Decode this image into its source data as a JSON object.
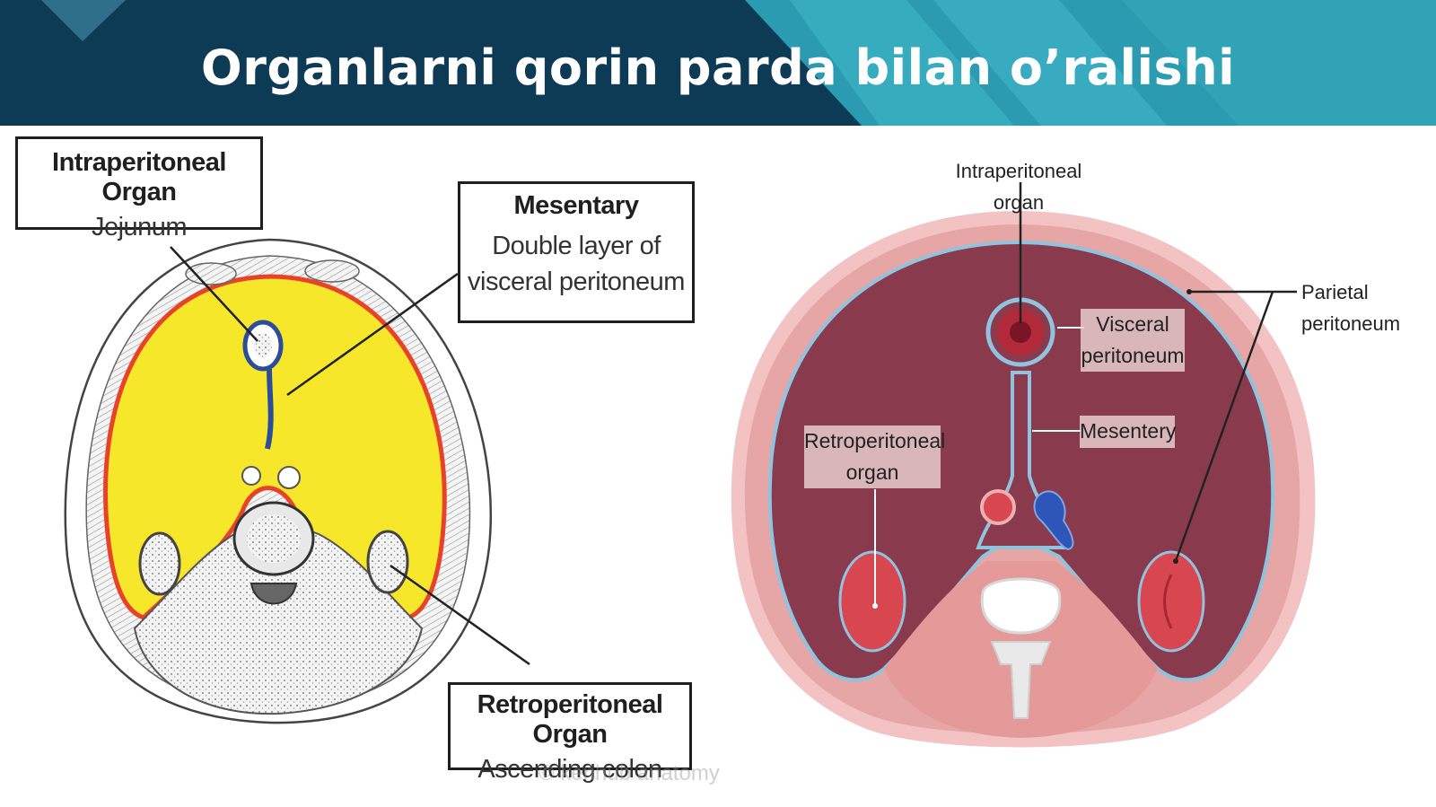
{
  "slide": {
    "title": "Organlarni qorin parda bilan o’ralishi"
  },
  "left_diagram": {
    "intraperitoneal_box": {
      "heading": "Intraperitoneal Organ",
      "subtext": "Jejunum"
    },
    "mesentary_box": {
      "heading": "Mesentary",
      "subtext": "Double layer of visceral peritoneum"
    },
    "retroperitoneal_box": {
      "heading": "Retroperitoneal Organ",
      "subtext": "Ascending colon"
    },
    "watermark": "© kenhub anatomy"
  },
  "right_diagram": {
    "intraperitoneal_label": "Intraperitoneal organ",
    "parietal_label": "Parietal peritoneum",
    "visceral_tag": "Visceral peritoneum",
    "mesentery_tag": "Mesentery",
    "retroperitoneal_tag": "Retroperitoneal organ"
  },
  "colors": {
    "banner_dark": "#0d3a55",
    "banner_teal": "#2a9bb0",
    "peritoneal_yellow": "#f7e72a",
    "peritoneum_red": "#e8432a",
    "cavity_maroon": "#8a3a4d",
    "body_pink": "#e7a6a6",
    "peritoneum_blue": "#8fc3de"
  }
}
